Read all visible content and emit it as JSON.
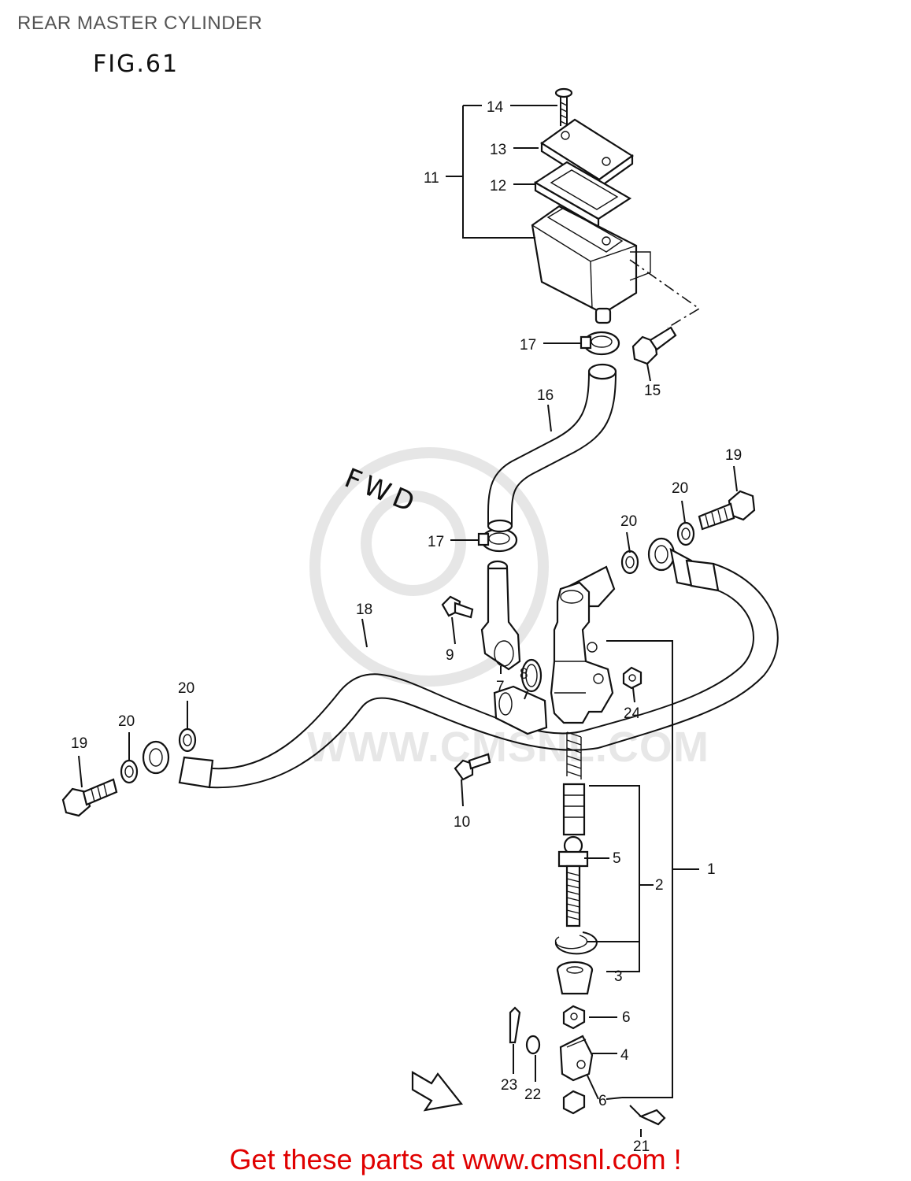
{
  "page_title": "REAR MASTER CYLINDER",
  "figure_label": "FIG.61",
  "direction_label": "FWD",
  "watermark": "WWW.CMSNL.COM",
  "footer_text": "Get these parts at www.cmsnl.com !",
  "colors": {
    "footer": "#e00000",
    "line": "#111111",
    "title": "#555555"
  },
  "callouts": {
    "c1": "1",
    "c2": "2",
    "c3": "3",
    "c4": "4",
    "c5": "5",
    "c6a": "6",
    "c6b": "6",
    "c7": "7",
    "c8": "8",
    "c9": "9",
    "c10": "10",
    "c11": "11",
    "c12": "12",
    "c13": "13",
    "c14": "14",
    "c15": "15",
    "c16": "16",
    "c17a": "17",
    "c17b": "17",
    "c18": "18",
    "c19a": "19",
    "c19b": "19",
    "c20a": "20",
    "c20b": "20",
    "c20c": "20",
    "c20d": "20",
    "c21": "21",
    "c22": "22",
    "c23": "23",
    "c24": "24"
  }
}
